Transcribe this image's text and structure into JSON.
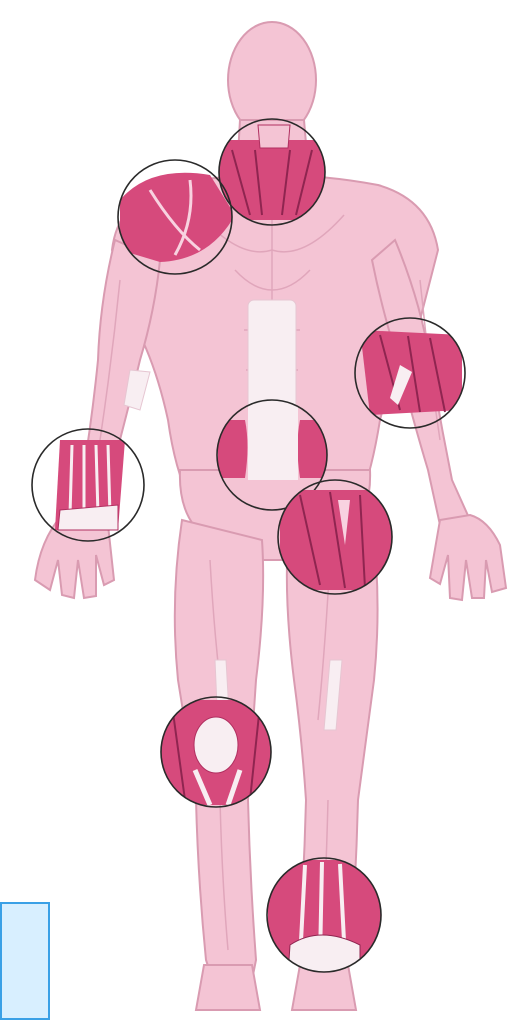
{
  "colors": {
    "background": "#ffffff",
    "skin_fill": "#f4c4d4",
    "skin_stroke": "#d99bb1",
    "tendon_fill": "#f8eef2",
    "highlight_fill": "#d64a7c",
    "highlight_dark": "#b02f60",
    "circle_stroke": "#2a2a2a",
    "callout_fill": "#d8efff",
    "callout_border": "#3aa0e6"
  },
  "highlighted_regions": [
    "neck",
    "right-shoulder",
    "left-forearm",
    "lower-abdomen",
    "right-wrist",
    "left-upper-thigh",
    "right-knee",
    "left-ankle"
  ]
}
